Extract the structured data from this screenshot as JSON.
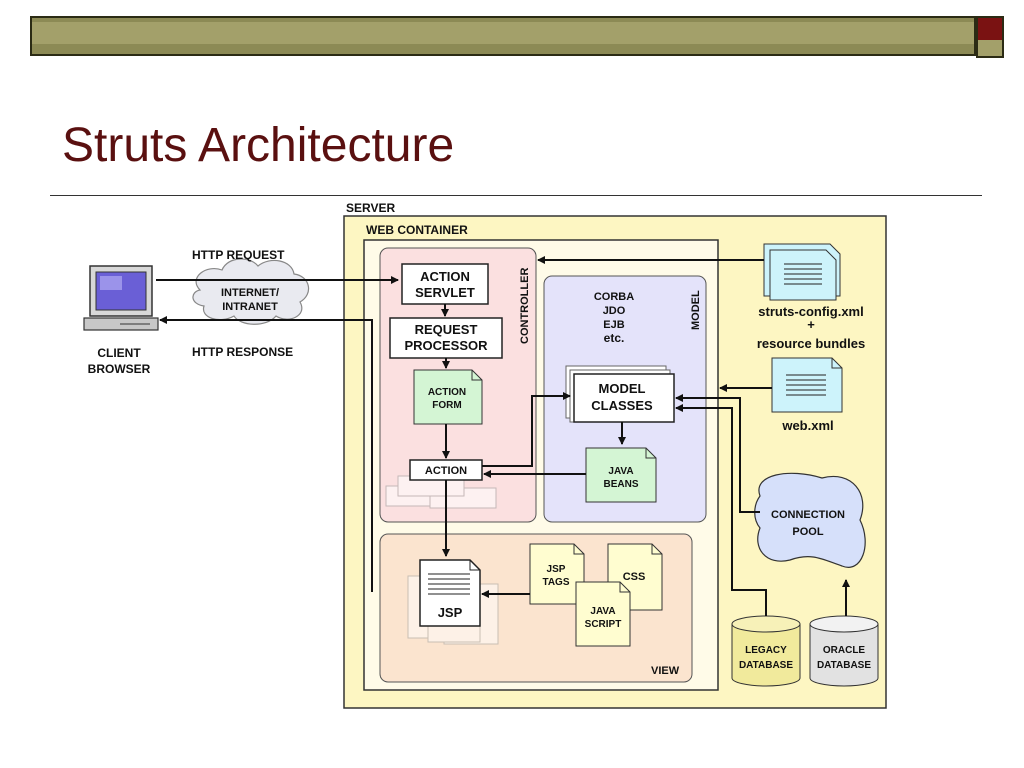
{
  "slide": {
    "title": "Struts Architecture"
  },
  "diagram": {
    "server": "SERVER",
    "web_container": "WEB CONTAINER",
    "controller": "CONTROLLER",
    "model": "MODEL",
    "view": "VIEW",
    "action_servlet": [
      "ACTION",
      "SERVLET"
    ],
    "request_processor": [
      "REQUEST",
      "PROCESSOR"
    ],
    "action_form": [
      "ACTION",
      "FORM"
    ],
    "action": "ACTION",
    "model_tech": [
      "CORBA",
      "JDO",
      "EJB",
      "etc."
    ],
    "model_classes": [
      "MODEL",
      "CLASSES"
    ],
    "java_beans": [
      "JAVA",
      "BEANS"
    ],
    "jsp": "JSP",
    "jsp_tags": [
      "JSP",
      "TAGS"
    ],
    "css": "CSS",
    "java_script": [
      "JAVA",
      "SCRIPT"
    ],
    "client_browser": [
      "CLIENT",
      "BROWSER"
    ],
    "http_request": "HTTP REQUEST",
    "http_response": "HTTP RESPONSE",
    "internet": [
      "INTERNET/",
      "INTRANET"
    ],
    "struts_config": [
      "struts-config.xml",
      "+",
      "resource bundles"
    ],
    "web_xml": "web.xml",
    "connection_pool": [
      "CONNECTION",
      "POOL"
    ],
    "legacy_db": [
      "LEGACY",
      "DATABASE"
    ],
    "oracle_db": [
      "ORACLE",
      "DATABASE"
    ]
  },
  "colors": {
    "title": "#5a1010",
    "server_fill": "#fdf6c2",
    "controller_fill": "#fbe0e0",
    "model_fill": "#e4e3fa",
    "view_fill": "#fbe4cf",
    "doc_green": "#d4f5d4",
    "doc_yellow": "#fffdd0",
    "doc_cyan": "#cdf3fb",
    "pool_fill": "#d6e0fa"
  }
}
